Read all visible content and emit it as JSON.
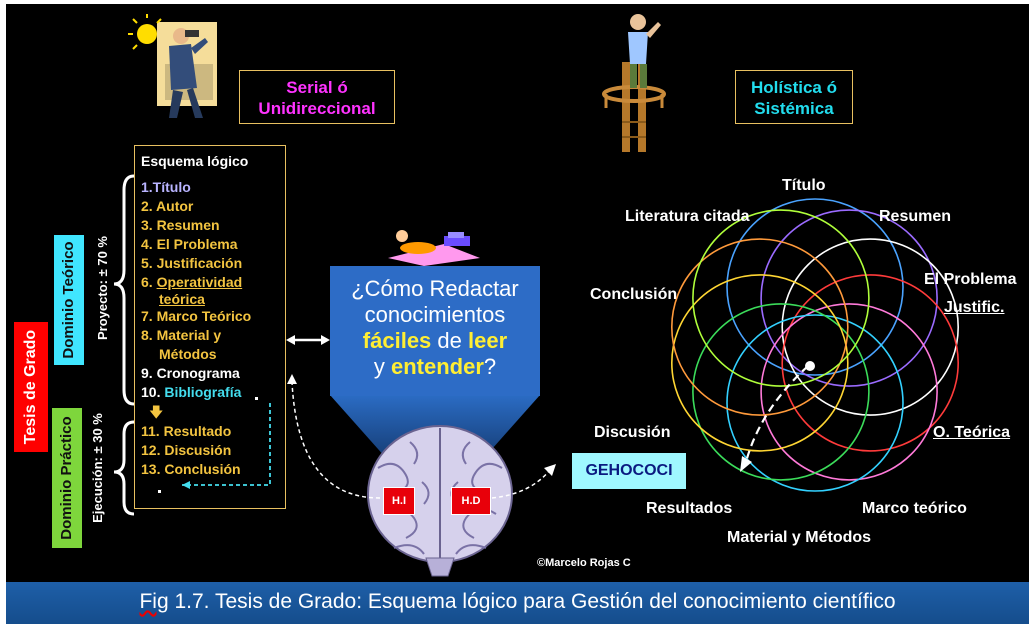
{
  "serial_box": {
    "line1": "Serial ó",
    "line2": "Unidireccional"
  },
  "holistica_box": {
    "line1": "Holística ó",
    "line2": "Sistémica"
  },
  "side": {
    "tesis": "Tesis de Grado",
    "teorico": "Dominio Teórico",
    "practico": "Dominio Práctico",
    "proyecto": "Proyecto: ± 70 %",
    "ejecucion": "Ejecución: ± 30 %"
  },
  "esquema": {
    "title": "Esquema lógico",
    "steps": [
      "1.Título",
      "2. Autor",
      "3. Resumen",
      "4. El Problema",
      "5. Justificación",
      "6. Operatividad teórica",
      "7. Marco Teórico",
      "8. Material y",
      "9. Cronograma",
      "10. Bibliografía",
      "11. Resultado",
      "12. Discusión",
      "13. Conclusión"
    ],
    "step6_num": "6. ",
    "step6_a": "Operatividad",
    "step6_b": "teórica",
    "step8_b": "Métodos",
    "step10_num": "10. ",
    "step10_text": "Bibliografía"
  },
  "question": {
    "line1": "¿Cómo Redactar",
    "line2": "conocimientos",
    "faciles": "fáciles",
    "de": "de",
    "leer": "leer",
    "y": "y",
    "entender": "entender",
    "mark": "?"
  },
  "brain": {
    "hi": "H.I",
    "hd": "H.D"
  },
  "gehococi": "GEHOCOCI",
  "holistic": {
    "titulo": "Título",
    "literatura": "Literatura citada",
    "resumen": "Resumen",
    "conclusion": "Conclusión",
    "problema": "El Problema",
    "justific": "Justific.",
    "discusion": "Discusión",
    "oteorica": "O. Teórica",
    "resultados": "Resultados",
    "marco": "Marco teórico",
    "material": "Material y Métodos"
  },
  "circle_colors": [
    "#4aa3ff",
    "#9b6bff",
    "#ffffff",
    "#ff3b3b",
    "#ff7ad9",
    "#33d1ff",
    "#3bdc5a",
    "#ffd633",
    "#ff9a3b",
    "#b0ff3b"
  ],
  "copyright": "©Marcelo Rojas C",
  "caption": {
    "fig": "Fig",
    "text": " 1.7. Tesis de Grado: Esquema lógico para Gestión del conocimiento científico"
  }
}
